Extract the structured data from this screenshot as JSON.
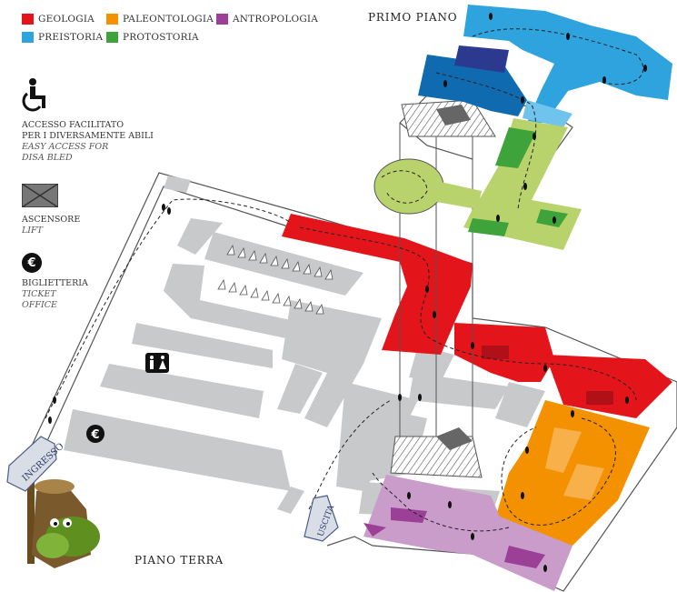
{
  "legend": [
    {
      "label": "GEOLOGIA",
      "color": "#e3151b"
    },
    {
      "label": "PALEONTOLOGIA",
      "color": "#f39100"
    },
    {
      "label": "ANTROPOLOGIA",
      "color": "#9b3f97"
    },
    {
      "label": "PREISTORIA",
      "color": "#2ea3dd"
    },
    {
      "label": "PROTOSTORIA",
      "color": "#3ea33a"
    }
  ],
  "floors": {
    "first": "PRIMO PIANO",
    "ground": "PIANO TERRA"
  },
  "accessibility": {
    "icon": "wheelchair-icon",
    "line1": "ACCESSO FACILITATO",
    "line2": "PER I DIVERSAMENTE ABILI",
    "en1": "EASY ACCESS FOR",
    "en2": "DISA BLED"
  },
  "lift": {
    "icon": "elevator-icon",
    "label": "ASCENSORE",
    "en": "LIFT"
  },
  "ticket": {
    "icon": "euro-icon",
    "label": "BIGLIETTERIA",
    "en1": "TICKET",
    "en2": "OFFICE",
    "symbol": "€"
  },
  "signs": {
    "entrance": "INGRESSO",
    "exit": "USCITA"
  },
  "colors": {
    "wall": "#c8c9cb",
    "outline": "#555555",
    "lightgreen": "#b9d36c"
  }
}
